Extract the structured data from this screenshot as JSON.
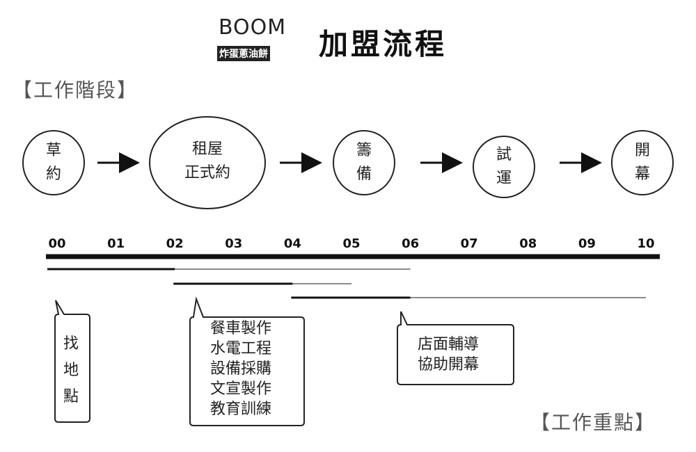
{
  "header": {
    "logo_main": "BOOM",
    "logo_sub": "炸蛋蔥油餅",
    "title": "加盟流程"
  },
  "sections": {
    "stages_label": "【工作階段】",
    "focus_label": "【工作重點】"
  },
  "stages": [
    {
      "lines": [
        "草",
        "約"
      ]
    },
    {
      "lines": [
        "租屋",
        "正式約"
      ]
    },
    {
      "lines": [
        "籌",
        "備"
      ]
    },
    {
      "lines": [
        "試",
        "運"
      ]
    },
    {
      "lines": [
        "開",
        "幕"
      ]
    }
  ],
  "timeline": {
    "ticks": [
      "00",
      "01",
      "02",
      "03",
      "04",
      "05",
      "06",
      "07",
      "08",
      "09",
      "10"
    ],
    "ranges": [
      {
        "start": 0,
        "thick_end": 2,
        "end": 6
      },
      {
        "start": 2,
        "thick_end": 4,
        "end": 5
      },
      {
        "start": 4,
        "thick_end": 6,
        "end": 10
      }
    ]
  },
  "tasks": [
    {
      "lines": [
        "找",
        "地",
        "點"
      ]
    },
    {
      "lines": [
        "餐車製作",
        "水電工程",
        "設備採購",
        "文宣製作",
        "教育訓練"
      ]
    },
    {
      "lines": [
        "店面輔導",
        "協助開幕"
      ]
    }
  ]
}
